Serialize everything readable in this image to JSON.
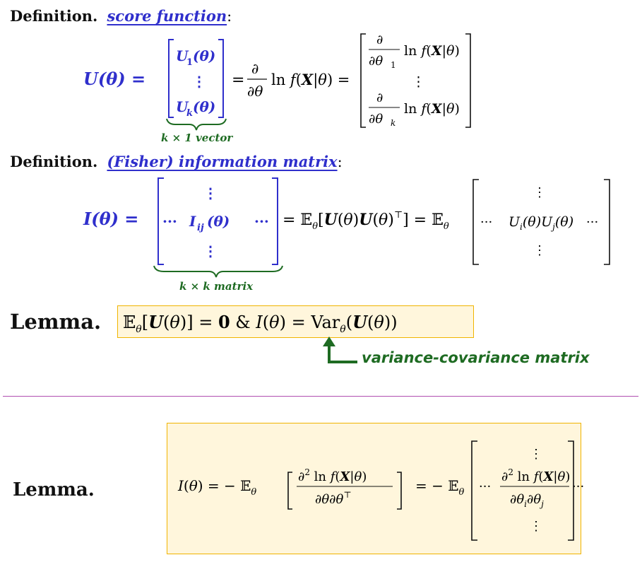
{
  "definitions": [
    {
      "label": "Definition.",
      "term": "score function",
      "colon": ":",
      "brace_note": "k × 1 vector"
    },
    {
      "label": "Definition.",
      "term": "(Fisher) information matrix",
      "colon": ":",
      "brace_note": "k × k matrix"
    }
  ],
  "lemmas": [
    {
      "label": "Lemma.",
      "annotation": "variance-covariance matrix"
    },
    {
      "label": "Lemma."
    }
  ],
  "colors": {
    "term_blue": "#2f2fcc",
    "note_green": "#1e6b22",
    "box_border": "#f0b400",
    "box_fill": "#fff6dc",
    "divider": "#b04fb0"
  }
}
